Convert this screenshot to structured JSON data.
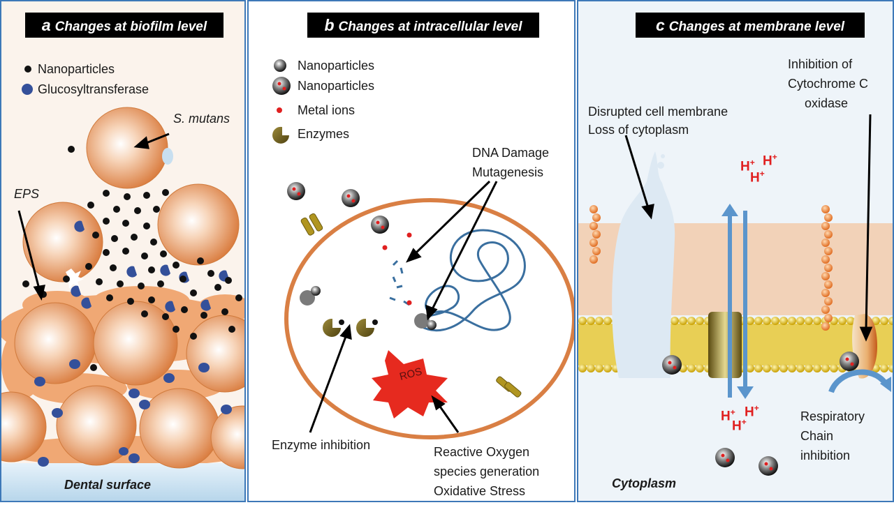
{
  "panels": {
    "a": {
      "letter": "a",
      "title": "Changes at biofilm level",
      "legend": [
        "Nanoparticles",
        "Glucosyltransferase"
      ],
      "labels": {
        "smutans": "S. mutans",
        "eps": "EPS",
        "surface": "Dental surface"
      }
    },
    "b": {
      "letter": "b",
      "title": "Changes at intracellular level",
      "legend": [
        "Nanoparticles",
        "Nanoparticles",
        "Metal ions",
        "Enzymes"
      ],
      "labels": {
        "dna": [
          "DNA Damage",
          "Mutagenesis"
        ],
        "enzyme": "Enzyme inhibition",
        "ros_word": "ROS",
        "ros": [
          "Reactive Oxygen",
          "species generation",
          "Oxidative Stress"
        ]
      }
    },
    "c": {
      "letter": "c",
      "title": "Changes at membrane level",
      "labels": {
        "membrane": [
          "Disrupted cell membrane",
          "Loss of cytoplasm"
        ],
        "cytochrome": [
          "Inhibition of",
          "Cytochrome C",
          "oxidase"
        ],
        "respiratory": [
          "Respiratory",
          "Chain",
          "inhibition"
        ],
        "cytoplasm": "Cytoplasm",
        "proton": "H",
        "charge": "+"
      }
    }
  },
  "colors": {
    "border": "#3d78b8",
    "bacteria": "#e0874a",
    "eps": "#f0b080",
    "enzyme_blue": "#34509a",
    "enzyme_olive": "#6f5e1a",
    "metal_ion": "#e02020",
    "membrane": "#f2d2b8",
    "lipid": "#d9b300",
    "arrow_blue": "#5b95cc"
  }
}
